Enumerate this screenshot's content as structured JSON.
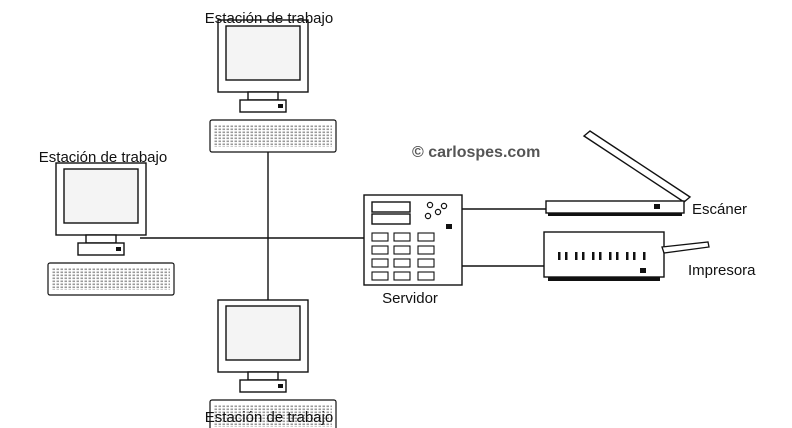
{
  "diagram": {
    "watermark": "© carlospes.com",
    "nodes": {
      "workstation_top": {
        "label": "Estación de trabajo",
        "icon": "workstation-icon"
      },
      "workstation_left": {
        "label": "Estación de trabajo",
        "icon": "workstation-icon"
      },
      "workstation_bottom": {
        "label": "Estación de trabajo",
        "icon": "workstation-icon"
      },
      "server": {
        "label": "Servidor",
        "icon": "server-icon"
      },
      "scanner": {
        "label": "Escáner",
        "icon": "scanner-icon"
      },
      "printer": {
        "label": "Impresora",
        "icon": "printer-icon"
      }
    },
    "edges": [
      {
        "from": "workstation_top",
        "to": "workstation_bottom"
      },
      {
        "from": "workstation_left",
        "to": "server"
      },
      {
        "from": "server",
        "to": "scanner"
      },
      {
        "from": "server",
        "to": "printer"
      }
    ]
  }
}
